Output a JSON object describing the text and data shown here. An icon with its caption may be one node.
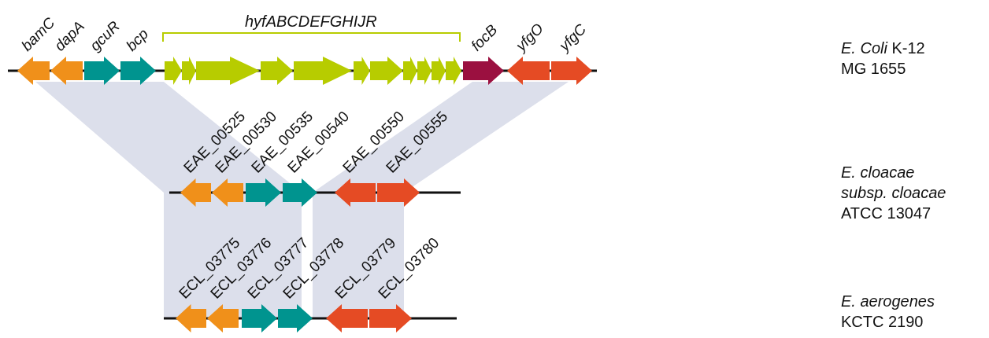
{
  "diagram": {
    "nodes": [
      {
        "text": [],
        "shape": "arrow",
        "beside": [
          "bamC"
        ]
      },
      {
        "text": [],
        "shape": "arrow",
        "beside": [
          "dapA"
        ]
      },
      {
        "text": [],
        "shape": "arrow",
        "beside": [
          "gcuR"
        ]
      },
      {
        "text": [],
        "shape": "arrow",
        "beside": [
          "bcp"
        ]
      },
      {
        "text": [],
        "shape": "arrow"
      },
      {
        "text": [],
        "shape": "arrow"
      },
      {
        "text": [],
        "shape": "arrow"
      },
      {
        "text": [],
        "shape": "arrow"
      },
      {
        "text": [],
        "shape": "arrow"
      },
      {
        "text": [],
        "shape": "arrow"
      },
      {
        "text": [],
        "shape": "arrow"
      },
      {
        "text": [],
        "shape": "arrow"
      },
      {
        "text": [],
        "shape": "arrow"
      },
      {
        "text": [],
        "shape": "arrow"
      },
      {
        "text": [],
        "shape": "arrow"
      },
      {
        "text": [],
        "shape": "arrow",
        "beside": [
          "focB"
        ]
      },
      {
        "text": [],
        "shape": "arrow",
        "beside": [
          "yfgO"
        ]
      },
      {
        "text": [],
        "shape": "arrow",
        "beside": [
          "yfgC"
        ]
      },
      {
        "text": [],
        "shape": "arrow",
        "beside": [
          "EAE_00525"
        ]
      },
      {
        "text": [],
        "shape": "arrow",
        "beside": [
          "EAE_00530"
        ]
      },
      {
        "text": [],
        "shape": "arrow",
        "beside": [
          "EAE_00535"
        ]
      },
      {
        "text": [],
        "shape": "arrow",
        "beside": [
          "EAE_00540"
        ]
      },
      {
        "text": [],
        "shape": "arrow",
        "beside": [
          "EAE_00550"
        ]
      },
      {
        "text": [],
        "shape": "arrow",
        "beside": [
          "EAE_00555"
        ]
      },
      {
        "text": [],
        "shape": "arrow",
        "beside": [
          "ECL_03775"
        ]
      },
      {
        "text": [],
        "shape": "arrow",
        "beside": [
          "ECL_03776"
        ]
      },
      {
        "text": [],
        "shape": "arrow",
        "beside": [
          "ECL_03777"
        ]
      },
      {
        "text": [],
        "shape": "arrow",
        "beside": [
          "ECL_03778"
        ]
      },
      {
        "text": [],
        "shape": "arrow",
        "beside": [
          "ECL_03779"
        ]
      },
      {
        "text": [],
        "shape": "arrow",
        "beside": [
          "ECL_03780"
        ]
      }
    ],
    "labels": [
      "hyfABCDEFGHIJR",
      "*E. Coli* K-12",
      "MG 1655",
      "E. cloacae",
      "subsp. cloacae",
      "ATCC 13047",
      "E. aerogenes",
      "KCTC 2190"
    ]
  }
}
